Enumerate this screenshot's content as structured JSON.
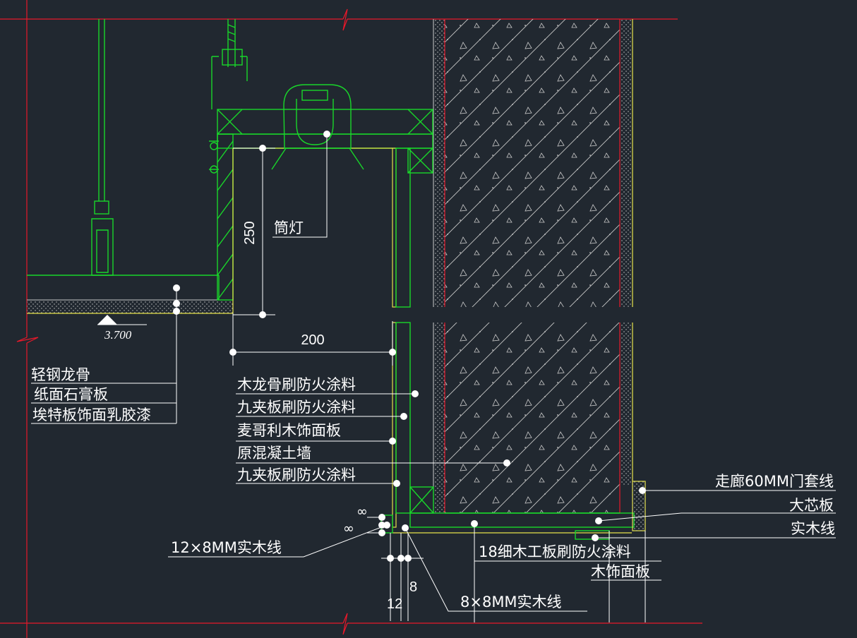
{
  "dimensions": {
    "height_250": "250",
    "width_200": "200",
    "gap_8": "8",
    "gap_12": "12",
    "infinity_top": "∞",
    "infinity_bottom": "∞"
  },
  "elevation": "3.700",
  "labels": {
    "downlight": "筒灯",
    "light_steel_keel": "轻钢龙骨",
    "gypsum_board": "纸面石膏板",
    "board_latex_paint": "埃特板饰面乳胶漆",
    "wood_keel_fireproof": "木龙骨刷防火涂料",
    "plywood_fireproof_1": "九夹板刷防火涂料",
    "maca_wood_veneer": "麦哥利木饰面板",
    "concrete_wall": "原混凝土墙",
    "plywood_fireproof_2": "九夹板刷防火涂料",
    "corridor_door_trim": "走廊60MM门套线",
    "blockboard": "大芯板",
    "solid_wood_line": "实木线",
    "wood_line_12x8": "12×8MM实木线",
    "fine_board_fireproof": "18细木工板刷防火涂料",
    "wood_veneer": "木饰面板",
    "wood_line_8x8": "8×8MM实木线"
  }
}
